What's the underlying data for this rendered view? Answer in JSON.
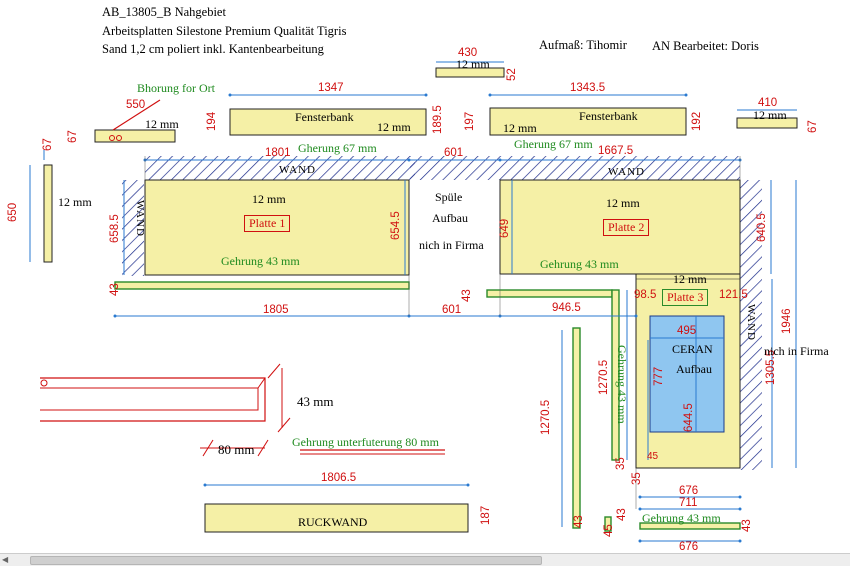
{
  "header": {
    "line1": "AB_13805_B Nahgebiet",
    "line2": "Arbeitsplatten Silestone Premium Qualität Tigris",
    "line3": "Sand 1,2 cm poliert inkl. Kantenbearbeitung",
    "aufmass": "Aufmaß: Tihomir",
    "bearbeitet": "AN Bearbeitet: Doris"
  },
  "labels": {
    "bhorung": "Bhorung for Ort",
    "fensterbank": "Fensterbank",
    "gherung": "Gherung 67 mm",
    "wand": "WAND",
    "spuele": "Spüle",
    "aufbau": "Aufbau",
    "nich_in_firma": "nich in Firma",
    "gehrung_43": "Gehrung 43 mm",
    "ceran": "CERAN",
    "mm43": "43 mm",
    "mm80": "80 mm",
    "gehrung_unter": "Gehrung unterfuterung 80 mm",
    "ruckwand": "RUCKWAND"
  },
  "platten": {
    "p1": "Platte 1",
    "p2": "Platte 2",
    "p3": "Platte 3"
  },
  "thickness": "12 mm",
  "dims": {
    "d430": "430",
    "d52": "52",
    "d550": "550",
    "d67": "67",
    "d1347": "1347",
    "d194": "194",
    "d189_5": "189.5",
    "d1343_5": "1343.5",
    "d197": "197",
    "d192": "192",
    "d410": "410",
    "d1801": "1801",
    "d601": "601",
    "d1667_5": "1667.5",
    "d650": "650",
    "d658_5": "658.5",
    "d654_5": "654.5",
    "d649": "649",
    "d640_5": "640.5",
    "d43": "43",
    "d1805": "1805",
    "d946_5": "946.5",
    "d98_5": "98.5",
    "d121_5": "121.5",
    "d495": "495",
    "d777": "777",
    "d644_5": "644.5",
    "d1270_5": "1270.5",
    "d1305_5": "1305.5",
    "d1946": "1946",
    "d35": "35",
    "d676": "676",
    "d711": "711",
    "d1806_5": "1806.5",
    "d187": "187",
    "d43b": "43",
    "d45": "45"
  }
}
